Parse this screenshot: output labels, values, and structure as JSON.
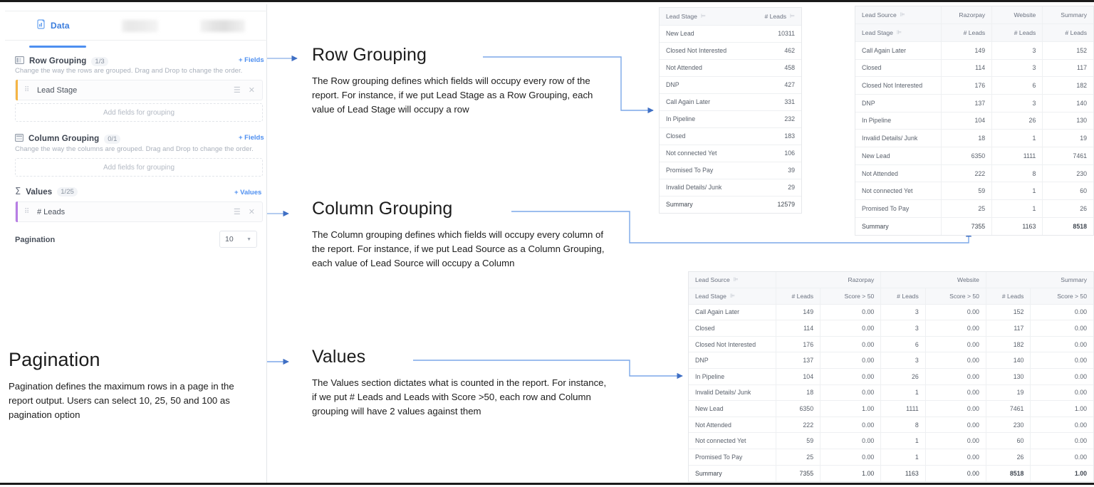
{
  "panel": {
    "tabs": [
      {
        "label": "Data",
        "icon": "data-file-icon",
        "active": true
      },
      {
        "label": "",
        "icon": "",
        "active": false
      },
      {
        "label": "",
        "icon": "",
        "active": false
      }
    ],
    "row_grouping": {
      "title": "Row Grouping",
      "count": "1/3",
      "icon": "row-grouping-icon",
      "description": "Change the way the rows are grouped. Drag and Drop to change the order.",
      "add_label": "+ Fields",
      "chips": [
        {
          "name": "Lead Stage",
          "accent": "#f5b544"
        }
      ],
      "dropzone": "Add fields for grouping"
    },
    "column_grouping": {
      "title": "Column Grouping",
      "count": "0/1",
      "icon": "column-grouping-icon",
      "description": "Change the way the columns are grouped. Drag and Drop to change the order.",
      "add_label": "+ Fields",
      "chips": [],
      "dropzone": "Add fields for grouping"
    },
    "values": {
      "title": "Values",
      "count": "1/25",
      "icon": "sigma-icon",
      "add_label": "+ Values",
      "chips": [
        {
          "name": "# Leads",
          "accent": "#b77de4"
        }
      ]
    },
    "pagination": {
      "label": "Pagination",
      "selected": "10",
      "options": [
        "10",
        "25",
        "50",
        "100"
      ]
    }
  },
  "annotations": [
    {
      "title": "Row Grouping",
      "body": "The Row grouping defines which fields will occupy every row of the report. For instance, if we put Lead Stage as a Row Grouping, each value of Lead Stage will occupy a row"
    },
    {
      "title": "Column Grouping",
      "body": "The Column grouping defines which fields will occupy every column of the report. For instance, if we put Lead Source as a Column Grouping, each value of Lead Source will occupy a Column"
    },
    {
      "title": "Values",
      "body": "The Values section dictates what is counted in the report. For instance, if we put # Leads and Leads with Score >50, each row and Column grouping will have 2 values against them"
    },
    {
      "title": "Pagination",
      "body": "Pagination defines the maximum rows in a page in the report output. Users can select 10, 25, 50 and 100 as pagination option"
    }
  ],
  "chart_data": [
    {
      "type": "table",
      "title": "Lead Stage by # Leads",
      "columns": [
        "Lead Stage",
        "# Leads"
      ],
      "rows": [
        [
          "New Lead",
          "10311"
        ],
        [
          "Closed Not Interested",
          "462"
        ],
        [
          "Not Attended",
          "458"
        ],
        [
          "DNP",
          "427"
        ],
        [
          "Call Again Later",
          "331"
        ],
        [
          "In Pipeline",
          "232"
        ],
        [
          "Closed",
          "183"
        ],
        [
          "Not connected Yet",
          "106"
        ],
        [
          "Promised To Pay",
          "39"
        ],
        [
          "Invalid Details/ Junk",
          "29"
        ]
      ],
      "summary": [
        "Summary",
        "12579"
      ]
    },
    {
      "type": "table",
      "title": "Lead Stage by Lead Source",
      "group_header": {
        "label": "Lead Source",
        "groups": [
          "Razorpay",
          "Website",
          "Summary"
        ]
      },
      "sub_header": {
        "label": "Lead Stage",
        "measures": [
          "# Leads",
          "# Leads",
          "# Leads"
        ]
      },
      "rows": [
        [
          "Call Again Later",
          "149",
          "3",
          "152"
        ],
        [
          "Closed",
          "114",
          "3",
          "117"
        ],
        [
          "Closed Not Interested",
          "176",
          "6",
          "182"
        ],
        [
          "DNP",
          "137",
          "3",
          "140"
        ],
        [
          "In Pipeline",
          "104",
          "26",
          "130"
        ],
        [
          "Invalid Details/ Junk",
          "18",
          "1",
          "19"
        ],
        [
          "New Lead",
          "6350",
          "1111",
          "7461"
        ],
        [
          "Not Attended",
          "222",
          "8",
          "230"
        ],
        [
          "Not connected Yet",
          "59",
          "1",
          "60"
        ],
        [
          "Promised To Pay",
          "25",
          "1",
          "26"
        ]
      ],
      "summary": [
        "Summary",
        "7355",
        "1163",
        "8518"
      ]
    },
    {
      "type": "table",
      "title": "Lead Stage by Lead Source with two measures",
      "group_header": {
        "label": "Lead Source",
        "groups": [
          "Razorpay",
          "Website",
          "Summary"
        ]
      },
      "sub_header": {
        "label": "Lead Stage",
        "measures": [
          "# Leads",
          "Score > 50",
          "# Leads",
          "Score > 50",
          "# Leads",
          "Score > 50"
        ]
      },
      "rows": [
        [
          "Call Again Later",
          "149",
          "0.00",
          "3",
          "0.00",
          "152",
          "0.00"
        ],
        [
          "Closed",
          "114",
          "0.00",
          "3",
          "0.00",
          "117",
          "0.00"
        ],
        [
          "Closed Not Interested",
          "176",
          "0.00",
          "6",
          "0.00",
          "182",
          "0.00"
        ],
        [
          "DNP",
          "137",
          "0.00",
          "3",
          "0.00",
          "140",
          "0.00"
        ],
        [
          "In Pipeline",
          "104",
          "0.00",
          "26",
          "0.00",
          "130",
          "0.00"
        ],
        [
          "Invalid Details/ Junk",
          "18",
          "0.00",
          "1",
          "0.00",
          "19",
          "0.00"
        ],
        [
          "New Lead",
          "6350",
          "1.00",
          "1111",
          "0.00",
          "7461",
          "1.00"
        ],
        [
          "Not Attended",
          "222",
          "0.00",
          "8",
          "0.00",
          "230",
          "0.00"
        ],
        [
          "Not connected Yet",
          "59",
          "0.00",
          "1",
          "0.00",
          "60",
          "0.00"
        ],
        [
          "Promised To Pay",
          "25",
          "0.00",
          "1",
          "0.00",
          "26",
          "0.00"
        ]
      ],
      "summary": [
        "Summary",
        "7355",
        "1.00",
        "1163",
        "0.00",
        "8518",
        "1.00"
      ]
    }
  ],
  "colors": {
    "accent": "#4e8ff0",
    "connector": "#7ba7e8",
    "summary_highlight": "#eef3fd"
  }
}
